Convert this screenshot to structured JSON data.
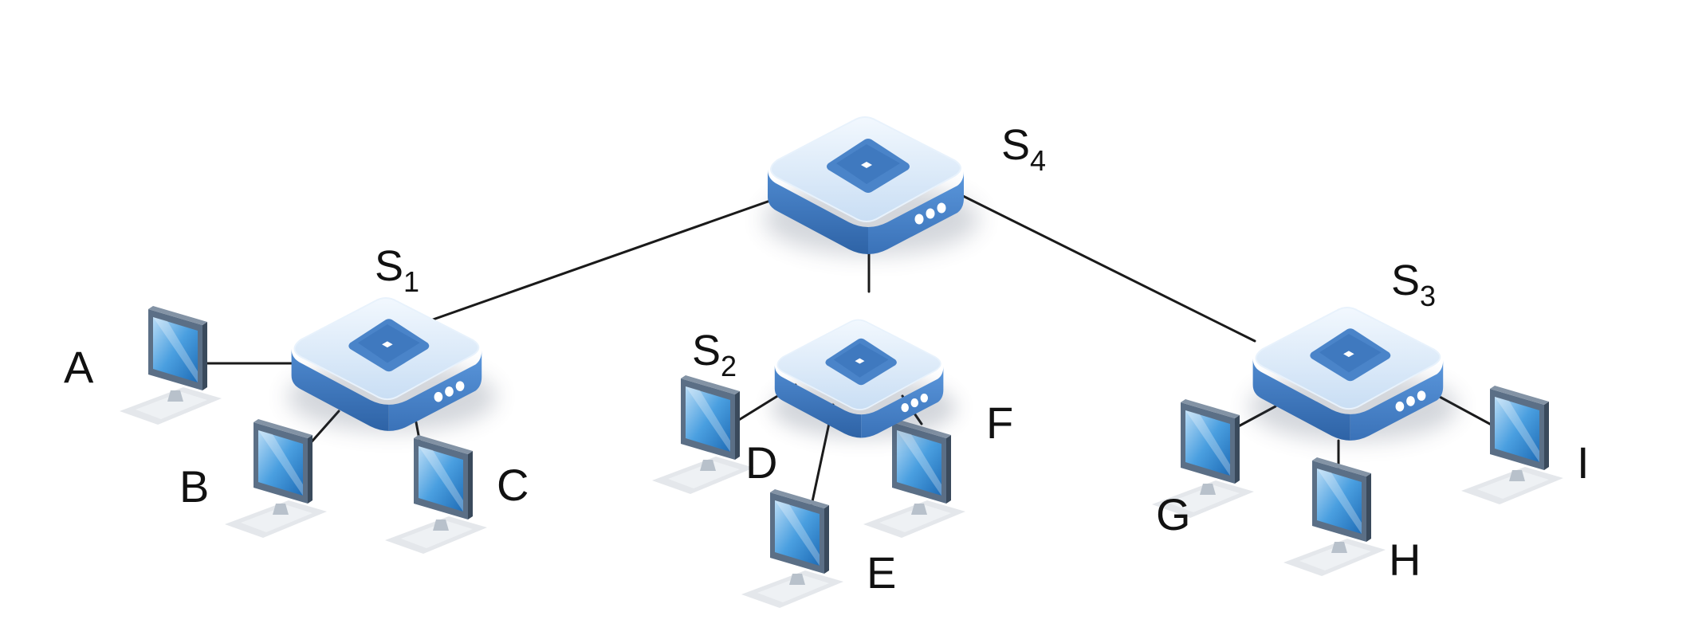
{
  "switches": [
    {
      "id": "S4",
      "base": "S",
      "sub": "4"
    },
    {
      "id": "S1",
      "base": "S",
      "sub": "1"
    },
    {
      "id": "S2",
      "base": "S",
      "sub": "2"
    },
    {
      "id": "S3",
      "base": "S",
      "sub": "3"
    }
  ],
  "hosts": [
    "A",
    "B",
    "C",
    "D",
    "E",
    "F",
    "G",
    "H",
    "I"
  ],
  "links": [
    [
      "S4",
      "S1"
    ],
    [
      "S4",
      "S2"
    ],
    [
      "S4",
      "S3"
    ],
    [
      "S1",
      "A"
    ],
    [
      "S1",
      "B"
    ],
    [
      "S1",
      "C"
    ],
    [
      "S2",
      "D"
    ],
    [
      "S2",
      "E"
    ],
    [
      "S2",
      "F"
    ],
    [
      "S3",
      "G"
    ],
    [
      "S3",
      "H"
    ],
    [
      "S3",
      "I"
    ]
  ],
  "colors": {
    "switch_top": "#dbe9f8",
    "switch_side": "#3f78bd",
    "switch_panel": "#4d89cf",
    "link": "#1a1a1a",
    "label": "#111111"
  }
}
